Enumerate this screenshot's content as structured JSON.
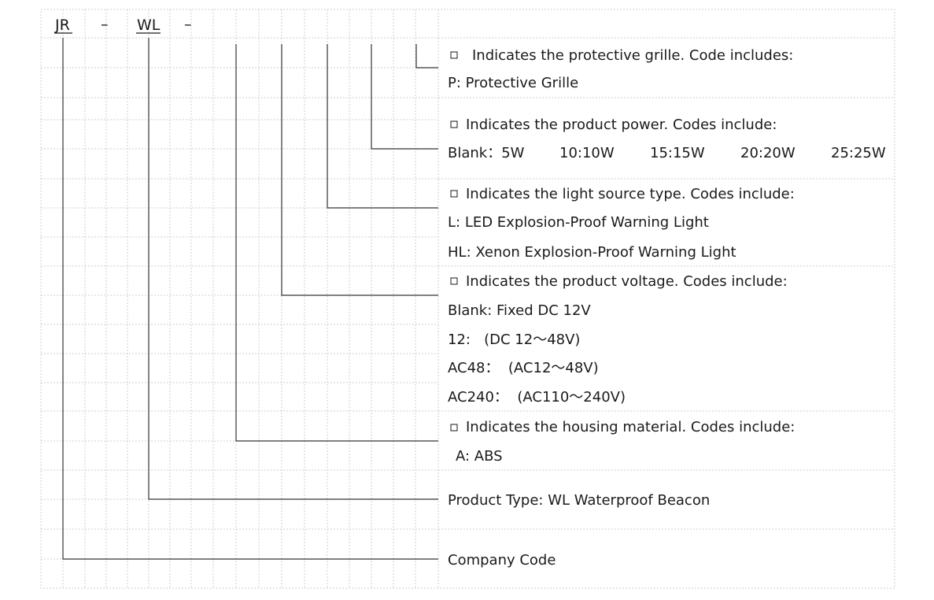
{
  "model_code": {
    "parts": [
      "JR",
      "–",
      "WL",
      "–"
    ]
  },
  "descriptions": {
    "grille_title": "Indicates the protective grille. Code includes:",
    "grille_p": "P: Protective Grille",
    "power_title": "Indicates the product power. Codes include:",
    "power_options": [
      "Blank：5W",
      "10:10W",
      "15:15W",
      "20:20W",
      "25:25W"
    ],
    "light_title": "Indicates the light source type. Codes include:",
    "light_l": "L: LED Explosion-Proof Warning Light",
    "light_hl": "HL: Xenon Explosion-Proof Warning Light",
    "voltage_title": "Indicates the product voltage. Codes include:",
    "voltage_blank": "Blank: Fixed DC 12V",
    "voltage_12": "12:   (DC 12～48V)",
    "voltage_ac48": "AC48：  (AC12～48V)",
    "voltage_ac240": "AC240：  (AC110～240V)",
    "housing_title": "Indicates the housing material. Codes include:",
    "housing_a": "A: ABS",
    "product_type": "Product Type: WL Waterproof Beacon",
    "company_code": "Company Code"
  }
}
